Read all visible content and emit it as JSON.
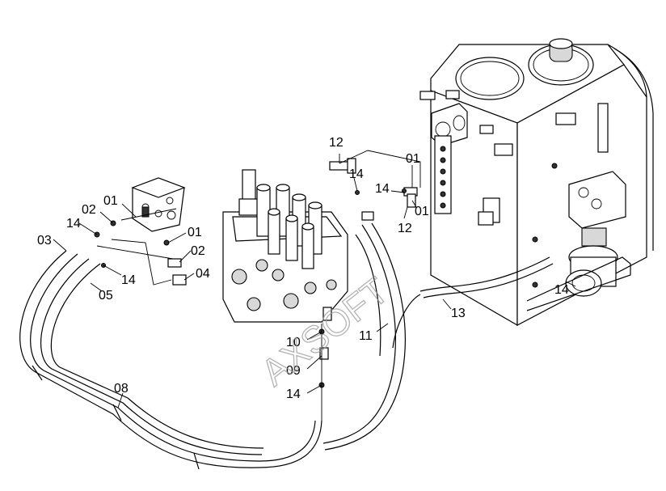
{
  "watermark": "AXSOFT",
  "callouts": {
    "c01a": "01",
    "c02a": "02",
    "c14a": "14",
    "c03": "03",
    "c01b": "01",
    "c02b": "02",
    "c04": "04",
    "c14b": "14",
    "c05": "05",
    "c08": "08",
    "c12a": "12",
    "c14c": "14",
    "c14d": "14",
    "c01c": "01",
    "c01d": "01",
    "c12b": "12",
    "c10": "10",
    "c09": "09",
    "c14e": "14",
    "c11": "11",
    "c13": "13",
    "c14f": "14"
  }
}
